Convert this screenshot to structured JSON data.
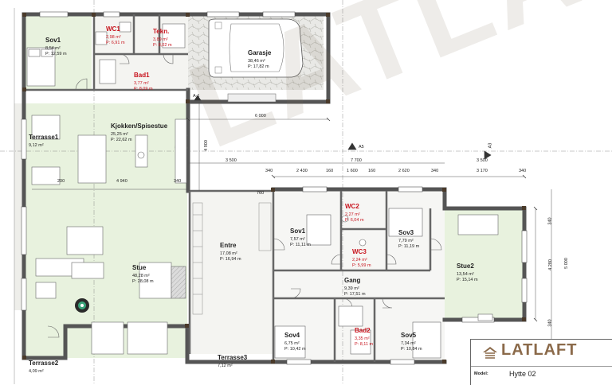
{
  "brand": {
    "logo": "LATLAFT",
    "model_label": "Model:",
    "model_name": "Hytte 02",
    "accent": "#8b6a4a"
  },
  "rooms": {
    "sov1a": {
      "name": "Sov1",
      "area": "8,54 m²",
      "perim": "P: 12,59 m"
    },
    "wc1": {
      "name": "WC1",
      "area": "2,98 m²",
      "perim": "P: 6,91 m"
    },
    "tekn": {
      "name": "Tekn.",
      "area": "3,89 m²",
      "perim": "P: 8,02 m"
    },
    "bad1": {
      "name": "Bad1",
      "area": "3,77 m²",
      "perim": "P: 8,09 m"
    },
    "garasje": {
      "name": "Garasje",
      "area": "38,46 m²",
      "perim": "P: 17,82 m"
    },
    "kjokken": {
      "name": "Kjokken/Spisestue",
      "area": "25,25 m²",
      "perim": "P: 22,62 m"
    },
    "terrasse1": {
      "name": "Terrasse1",
      "area": "9,12 m²"
    },
    "entre": {
      "name": "Entre",
      "area": "17,08 m²",
      "perim": "P: 16,94 m"
    },
    "stue": {
      "name": "Stue",
      "area": "48,28 m²",
      "perim": "P: 28,08 m"
    },
    "sov1b": {
      "name": "Sov1",
      "area": "7,57 m²",
      "perim": "P: 11,11 m"
    },
    "wc2": {
      "name": "WC2",
      "area": "2,27 m²",
      "perim": "P: 6,04 m"
    },
    "wc3": {
      "name": "WC3",
      "area": "2,24 m²",
      "perim": "P: 5,99 m"
    },
    "sov3": {
      "name": "Sov3",
      "area": "7,79 m²",
      "perim": "P: 11,19 m"
    },
    "stue2": {
      "name": "Stue2",
      "area": "13,54 m²",
      "perim": "P: 15,14 m"
    },
    "gang": {
      "name": "Gang",
      "area": "9,39 m²",
      "perim": "P: 17,51 m"
    },
    "sov4": {
      "name": "Sov4",
      "area": "6,75 m²",
      "perim": "P: 10,42 m"
    },
    "bad2": {
      "name": "Bad2",
      "area": "3,35 m²",
      "perim": "P: 8,11 m"
    },
    "sov5": {
      "name": "Sov5",
      "area": "7,34 m²",
      "perim": "P: 10,84 m"
    },
    "terrasse2": {
      "name": "Terrasse2",
      "area": "4,09 m²"
    },
    "terrasse3": {
      "name": "Terrasse3",
      "area": "7,12 m²"
    }
  },
  "dimensions": {
    "d6000": "6 000",
    "d3500a": "3 500",
    "d7700": "7 700",
    "d3500b": "3 500",
    "d340a": "340",
    "d2430": "2 430",
    "d160": "160",
    "d1600": "1 600",
    "d160b": "160",
    "d2620": "2 620",
    "d340b": "340",
    "d3170": "3 170",
    "d340c": "340",
    "d4940": "4 940",
    "d200": "200",
    "d340d": "340",
    "d760": "760",
    "v4900": "4 900",
    "v340a": "340",
    "v4280": "4 280",
    "v5000": "5 000",
    "v340b": "340"
  },
  "markers": {
    "a5": "A5",
    "a3": "A3",
    "a4": "A4",
    "a1": "A-1"
  },
  "watermark": {
    "text": "LATLAFT"
  }
}
